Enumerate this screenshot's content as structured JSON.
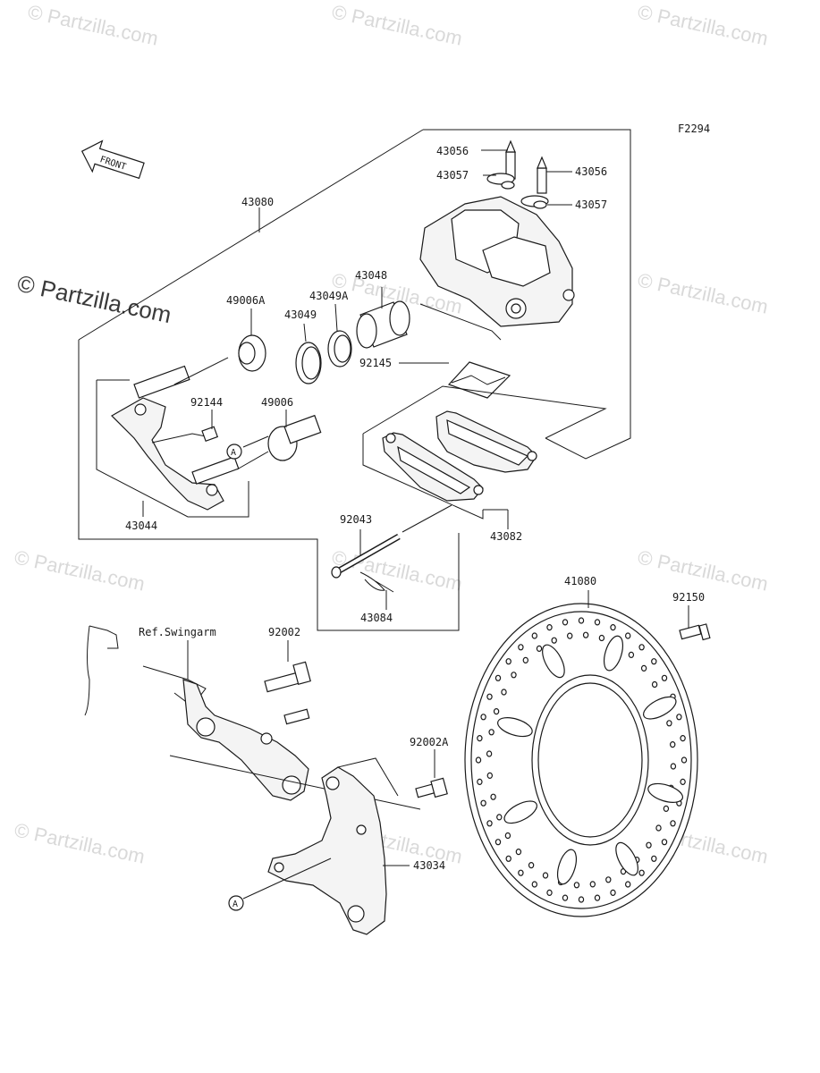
{
  "diagram_code": "F2294",
  "front_label": "FRONT",
  "ref_text": "Ref.Swingarm",
  "watermark": "© Partzilla.com",
  "circle_ref": "A",
  "parts": {
    "p43056a": "43056",
    "p43056b": "43056",
    "p43057a": "43057",
    "p43057b": "43057",
    "p43080": "43080",
    "p43048": "43048",
    "p43049A": "43049A",
    "p43049": "43049",
    "p49006A": "49006A",
    "p92145": "92145",
    "p92144": "92144",
    "p49006": "49006",
    "p43044": "43044",
    "p43082": "43082",
    "p92043": "92043",
    "p43084": "43084",
    "p41080": "41080",
    "p92150": "92150",
    "p92002": "92002",
    "p92002A": "92002A",
    "p43034": "43034"
  }
}
